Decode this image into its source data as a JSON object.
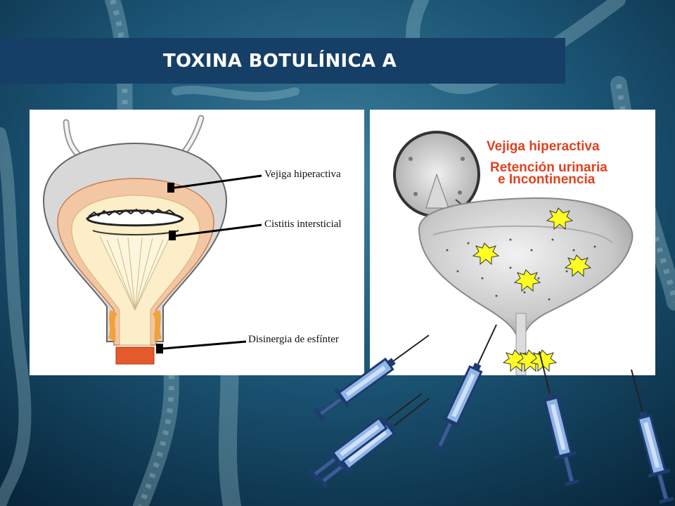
{
  "title": "TOXINA BOTULÍNICA A",
  "left_diagram": {
    "labels": {
      "overactive": "Vejiga hiperactiva",
      "cystitis": "Cistitis intersticial",
      "dyssynergia": "Disinergia de esfínter"
    }
  },
  "right_diagram": {
    "labels": {
      "overactive": "Vejiga hiperactiva",
      "retention": "Retención urinaria",
      "incontinence": "e Incontinencia"
    }
  },
  "colors": {
    "title_bar": "#153f66",
    "label_red": "#e0421f",
    "sphincter": "#e45a2a",
    "injection_site": "#ffff22",
    "syringe_barrel": "#8fb6e8"
  }
}
